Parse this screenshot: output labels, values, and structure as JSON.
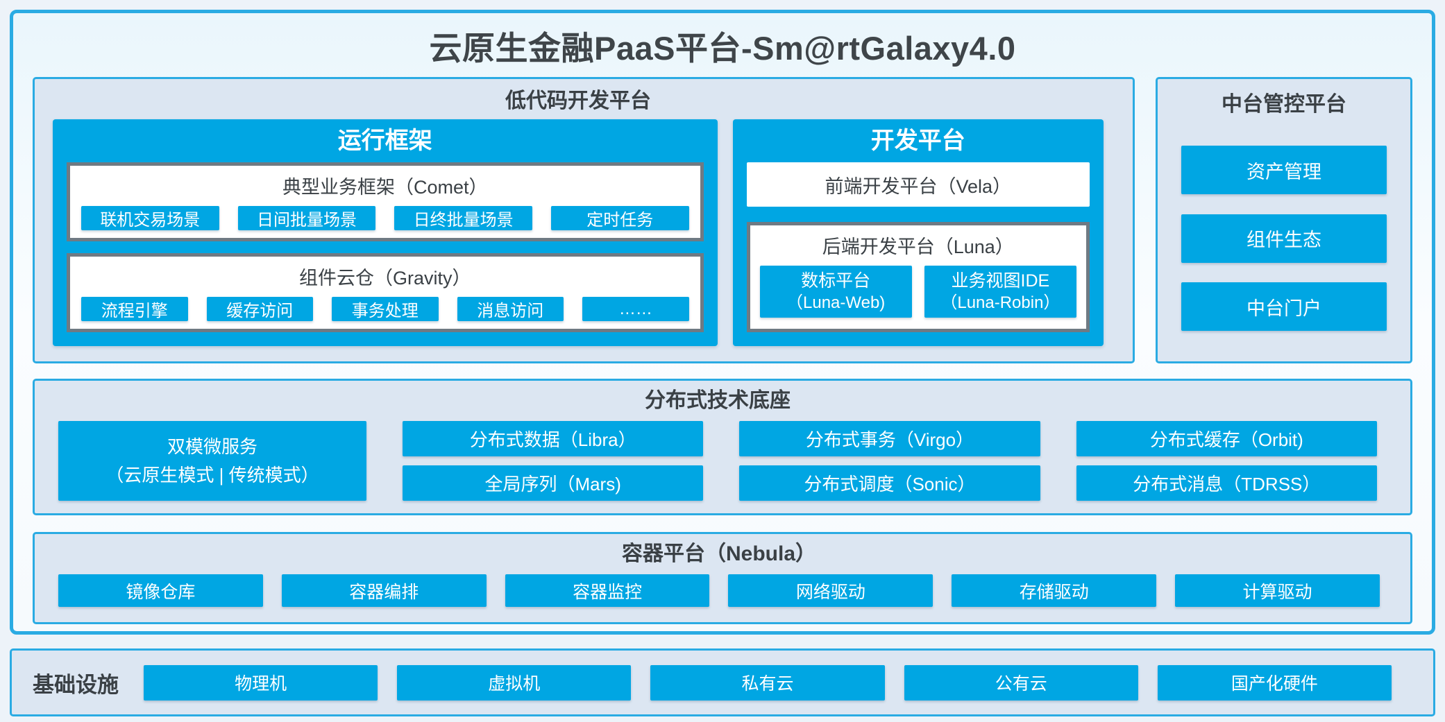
{
  "title": "云原生金融PaaS平台-Sm@rtGalaxy4.0",
  "colors": {
    "accent_blue": "#00a6e3",
    "border_cyan": "#2aabe3",
    "section_bg": "#dce6f2",
    "inner_gray_border": "#6f7a83",
    "dark_text": "#3a4045",
    "white_text": "#ffffff"
  },
  "lowcode": {
    "header": "低代码开发平台",
    "runtime": {
      "title": "运行框架",
      "comet": {
        "title": "典型业务框架（Comet）",
        "items": [
          "联机交易场景",
          "日间批量场景",
          "日终批量场景",
          "定时任务"
        ]
      },
      "gravity": {
        "title": "组件云仓（Gravity）",
        "items": [
          "流程引擎",
          "缓存访问",
          "事务处理",
          "消息访问",
          "……"
        ]
      }
    },
    "dev": {
      "title": "开发平台",
      "vela_label": "前端开发平台（Vela）",
      "luna": {
        "title": "后端开发平台（Luna）",
        "items": [
          {
            "name": "数标平台",
            "code": "（Luna-Web)"
          },
          {
            "name": "业务视图IDE",
            "code": "（Luna-Robin）"
          }
        ]
      }
    }
  },
  "midstage": {
    "header": "中台管控平台",
    "items": [
      "资产管理",
      "组件生态",
      "中台门户"
    ]
  },
  "distributed": {
    "header": "分布式技术底座",
    "dual_mode": {
      "line1": "双模微服务",
      "line2": "（云原生模式 | 传统模式）"
    },
    "items": [
      "分布式数据（Libra）",
      "分布式事务（Virgo）",
      "分布式缓存（Orbit)",
      "全局序列（Mars)",
      "分布式调度（Sonic）",
      "分布式消息（TDRSS）"
    ]
  },
  "container": {
    "header": "容器平台（Nebula）",
    "items": [
      "镜像仓库",
      "容器编排",
      "容器监控",
      "网络驱动",
      "存储驱动",
      "计算驱动"
    ]
  },
  "infra": {
    "label": "基础设施",
    "items": [
      "物理机",
      "虚拟机",
      "私有云",
      "公有云",
      "国产化硬件"
    ]
  }
}
